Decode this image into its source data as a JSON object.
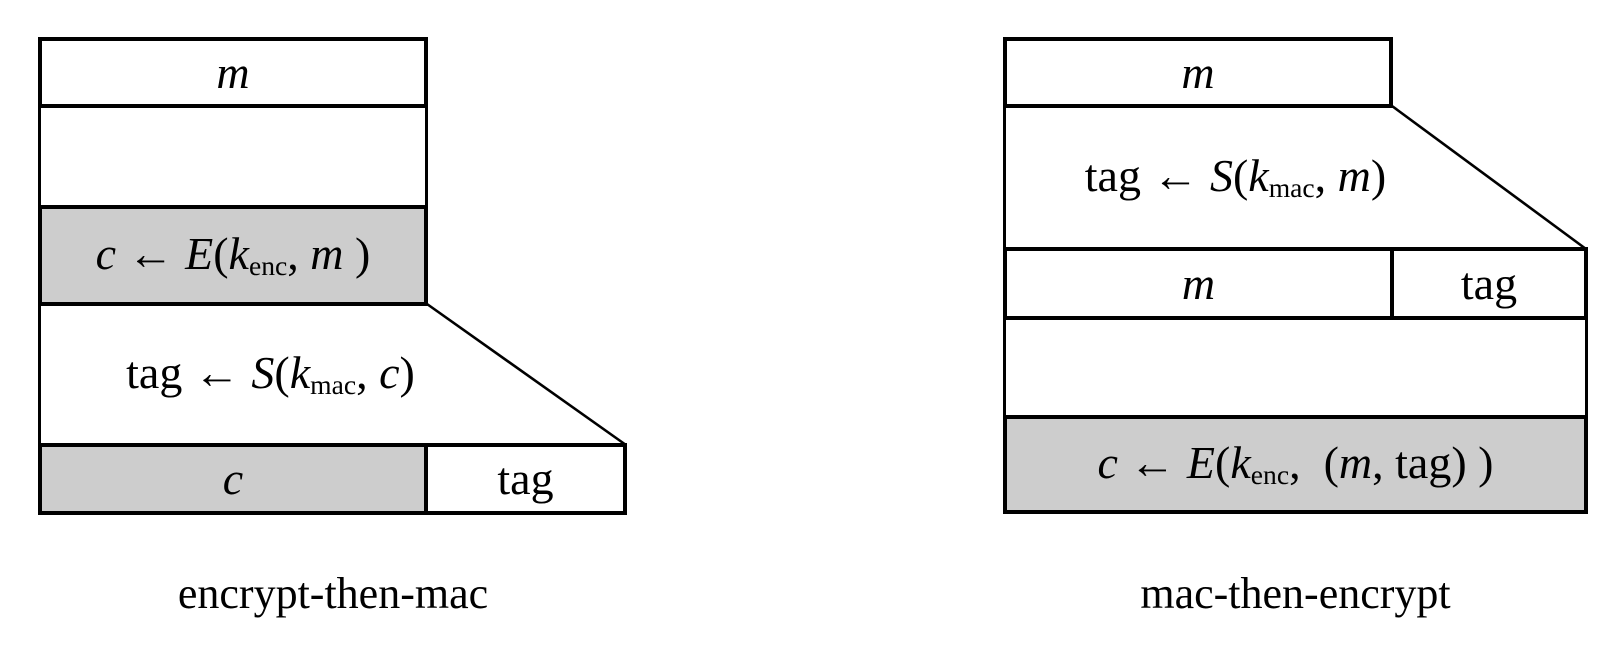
{
  "colors": {
    "line": "#000000",
    "gray_fill": "#cdcdcd",
    "background": "#ffffff"
  },
  "etm": {
    "caption": "encrypt-then-mac",
    "message_label": [
      [
        "it",
        "m"
      ]
    ],
    "encrypt_formula": [
      [
        "it",
        "c"
      ],
      [
        "rm",
        " ← "
      ],
      [
        "it",
        "E"
      ],
      [
        "rm",
        "("
      ],
      [
        "it",
        "k"
      ],
      [
        "sb",
        "enc"
      ],
      [
        "rm",
        ", "
      ],
      [
        "it",
        "m"
      ],
      [
        "rm",
        " )"
      ]
    ],
    "mac_formula": [
      [
        "rm",
        "tag ← "
      ],
      [
        "it",
        "S"
      ],
      [
        "rm",
        "("
      ],
      [
        "it",
        "k"
      ],
      [
        "sb",
        "mac"
      ],
      [
        "rm",
        ", "
      ],
      [
        "it",
        "c"
      ],
      [
        "rm",
        ")"
      ]
    ],
    "ciphertext_label": [
      [
        "it",
        "c"
      ]
    ],
    "tag_label": [
      [
        "rm",
        "tag"
      ]
    ]
  },
  "mte": {
    "caption": "mac-then-encrypt",
    "message_label": [
      [
        "it",
        "m"
      ]
    ],
    "mac_formula": [
      [
        "rm",
        "tag ← "
      ],
      [
        "it",
        "S"
      ],
      [
        "rm",
        "("
      ],
      [
        "it",
        "k"
      ],
      [
        "sb",
        "mac"
      ],
      [
        "rm",
        ", "
      ],
      [
        "it",
        "m"
      ],
      [
        "rm",
        ")"
      ]
    ],
    "plain_label": [
      [
        "it",
        "m"
      ]
    ],
    "tag_label": [
      [
        "rm",
        "tag"
      ]
    ],
    "encrypt_formula": [
      [
        "it",
        "c"
      ],
      [
        "rm",
        " ← "
      ],
      [
        "it",
        "E"
      ],
      [
        "rm",
        "("
      ],
      [
        "it",
        "k"
      ],
      [
        "sb",
        "enc"
      ],
      [
        "rm",
        ",  ("
      ],
      [
        "it",
        "m"
      ],
      [
        "rm",
        ", tag) )"
      ]
    ]
  }
}
